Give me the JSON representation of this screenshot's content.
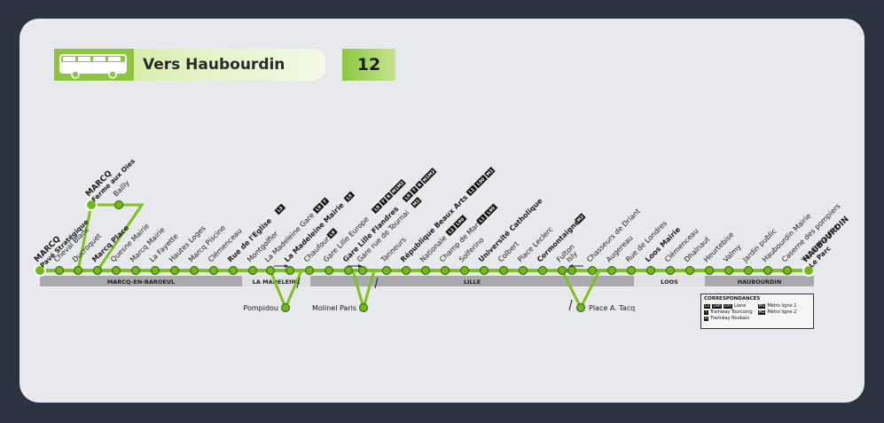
{
  "header": {
    "direction": "Vers Haubourdin",
    "route_number": "12",
    "icon": "bus-icon"
  },
  "colors": {
    "line": "#7dc21e",
    "station_fill": "#6fbb16",
    "zone_bar": "#a7a9ac",
    "zone_bar_light": "#e0e1e3",
    "background": "#2b3440",
    "card": "#e8e9ec"
  },
  "stations": [
    {
      "name": "MARCQ",
      "sub": "Pavé Stratégique",
      "terminus": true
    },
    {
      "name": "Cheval Blanc"
    },
    {
      "name": "Ducroquet"
    },
    {
      "name": "Marcq Place",
      "bold": true
    },
    {
      "name": "Quesne Mairie"
    },
    {
      "name": "Marcq Mairie"
    },
    {
      "name": "La Fayette"
    },
    {
      "name": "Hautes Loges"
    },
    {
      "name": "Marcq Piscine"
    },
    {
      "name": "Clémenceau"
    },
    {
      "name": "Rue de l'Eglise",
      "bold": true,
      "badges": [
        "L9"
      ]
    },
    {
      "name": "Montgolfier"
    },
    {
      "name": "La Madeleine Gare",
      "badges": [
        "L9",
        "T"
      ]
    },
    {
      "name": "La Madeleine Mairie",
      "bold": true,
      "badges": [
        "L9"
      ]
    },
    {
      "name": "Chaufour",
      "badges": [
        "L9"
      ]
    },
    {
      "name": "Gare Lille Europe",
      "badges": [
        "L9",
        "T",
        "R",
        "M1M2"
      ]
    },
    {
      "name": "Gare Lille Flandres",
      "bold": true,
      "badges": [
        "L9",
        "T",
        "R",
        "M1M2"
      ]
    },
    {
      "name": "Gare rue de Tournai",
      "badges": [
        "M1"
      ]
    },
    {
      "name": "Tanneurs"
    },
    {
      "name": "République Beaux Arts",
      "bold": true,
      "badges": [
        "L1",
        "L90",
        "M1"
      ]
    },
    {
      "name": "Nationale",
      "badges": [
        "L1",
        "L90"
      ]
    },
    {
      "name": "Champ de Mars",
      "badges": [
        "L1",
        "L90"
      ]
    },
    {
      "name": "Solferino"
    },
    {
      "name": "Université Catholique",
      "bold": true
    },
    {
      "name": "Colbert"
    },
    {
      "name": "Place Leclerc"
    },
    {
      "name": "Cormontaigne",
      "bold": true,
      "badges": [
        "M2"
      ]
    },
    {
      "name": "Fulton"
    },
    {
      "name": "Isly"
    },
    {
      "name": "Chasseurs de Driant"
    },
    {
      "name": "Augereau"
    },
    {
      "name": "Rue de Londres"
    },
    {
      "name": "Loos Mairie",
      "bold": true
    },
    {
      "name": "Clémenceau"
    },
    {
      "name": "Dhalnaut"
    },
    {
      "name": "Heurtebise"
    },
    {
      "name": "Valmy"
    },
    {
      "name": "Jardin public"
    },
    {
      "name": "Haubourdin Mairie"
    },
    {
      "name": "Caserne des pompiers"
    },
    {
      "name": "Vanderhaghen"
    },
    {
      "name": "HAUBOURDIN",
      "sub": "Le Parc",
      "terminus": true
    }
  ],
  "branch_stations": [
    {
      "name": "MARCQ",
      "sub": "Ferme aux Oies",
      "terminus": true
    },
    {
      "name": "Bailly"
    },
    {
      "name": "Pompidou"
    },
    {
      "name": "Molinel Paris"
    },
    {
      "name": "Place A. Tacq"
    }
  ],
  "zones": [
    "MARCQ-EN-BAROEUL",
    "LA MADELEINE",
    "LILLE",
    "LOOS",
    "HAUBOURDIN"
  ],
  "legend": {
    "title": "CORRESPONDANCES",
    "left": [
      {
        "badges": [
          "L1",
          "L90",
          "L91"
        ],
        "label": "Liane"
      },
      {
        "badges": [
          "T"
        ],
        "label": "Tramway Tourcoing"
      },
      {
        "badges": [
          "R"
        ],
        "label": "Tramway Roubaix"
      }
    ],
    "right": [
      {
        "badges": [
          "M1"
        ],
        "label": "Métro ligne 1"
      },
      {
        "badges": [
          "M2"
        ],
        "label": "Métro ligne 2"
      }
    ]
  }
}
